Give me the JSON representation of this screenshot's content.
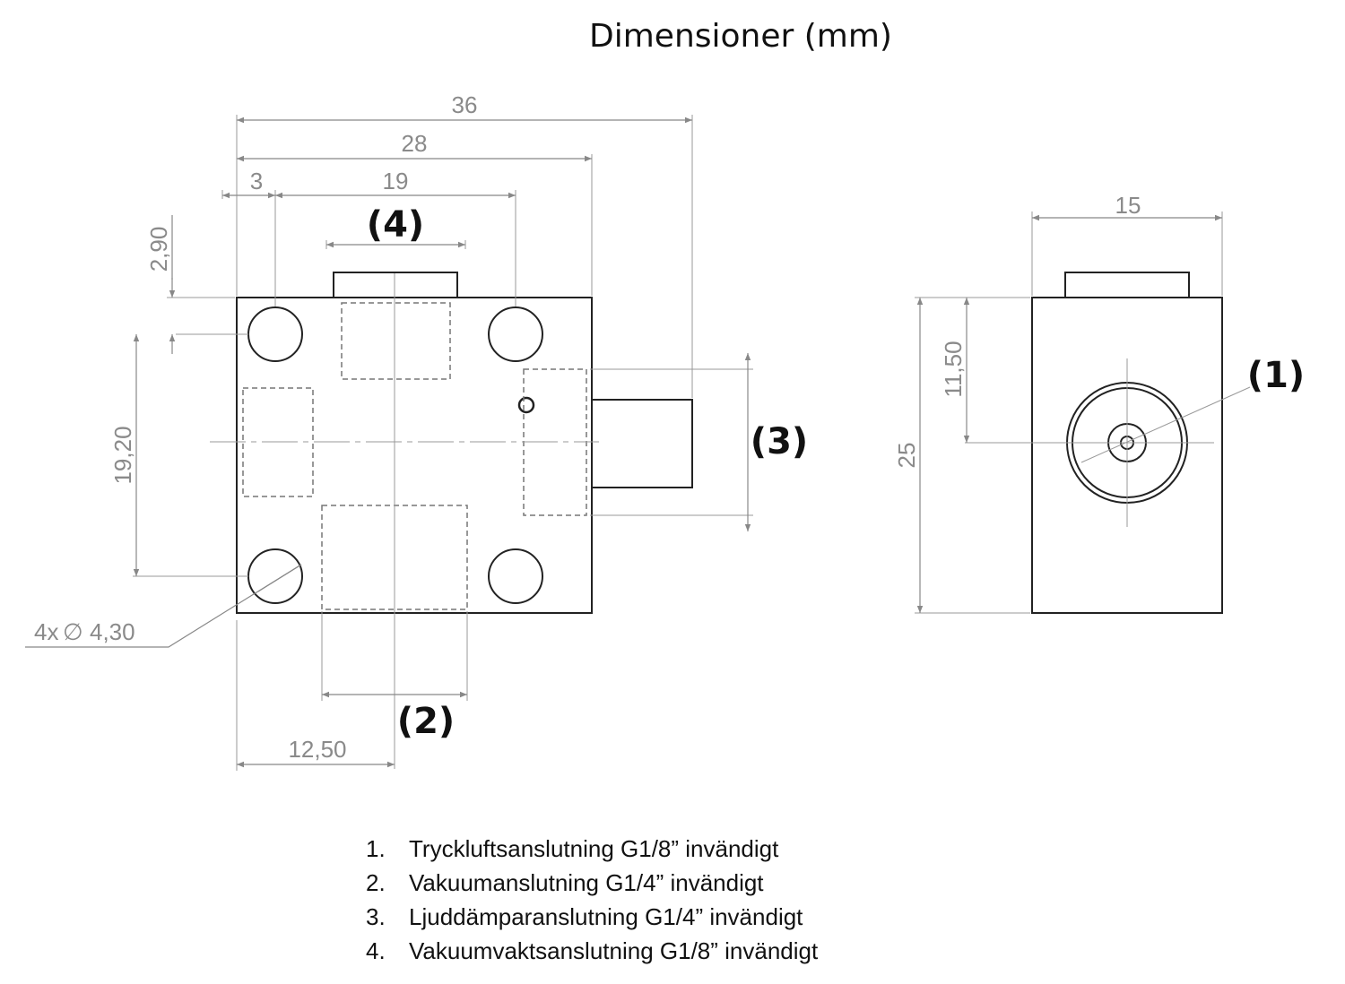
{
  "title": "Dimensioner (mm)",
  "dimensions": {
    "width_36": "36",
    "width_28": "28",
    "offset_3": "3",
    "hole_spacing_19": "19",
    "offset_2_90": "2,90",
    "hole_spacing_19_20": "19,20",
    "holes": "4x",
    "hole_diameter": "4,30",
    "port2_offset": "12,50",
    "depth_15": "15",
    "port1_height": "11,50",
    "height_25": "25"
  },
  "callouts": {
    "port1": "(1)",
    "port2": "(2)",
    "port3": "(3)",
    "port4": "(4)"
  },
  "legend": [
    {
      "num": "1.",
      "text": "Tryckluftsanslutning G1/8” invändigt"
    },
    {
      "num": "2.",
      "text": "Vakuumanslutning G1/4” invändigt"
    },
    {
      "num": "3.",
      "text": "Ljuddämparanslutning G1/4” invändigt"
    },
    {
      "num": "4.",
      "text": "Vakuumvaktsanslutning G1/8” invändigt"
    }
  ]
}
